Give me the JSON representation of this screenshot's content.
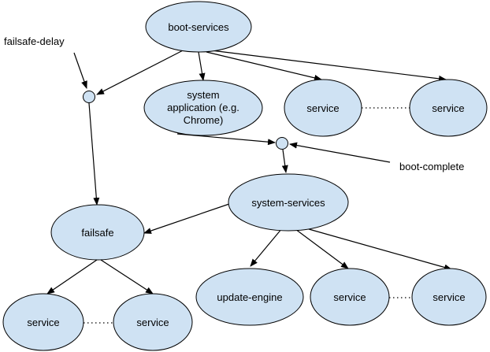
{
  "nodes": {
    "boot_services": "boot-services",
    "system_app": [
      "system",
      "application (e.g.",
      "Chrome)"
    ],
    "service_top_1": "service",
    "service_top_2": "service",
    "system_services": "system-services",
    "failsafe": "failsafe",
    "update_engine": "update-engine",
    "service_mid_1": "service",
    "service_mid_2": "service",
    "service_bot_1": "service",
    "service_bot_2": "service"
  },
  "labels": {
    "failsafe_delay": "failsafe-delay",
    "boot_complete": "boot-complete"
  },
  "colors": {
    "node_fill": "#cfe2f3",
    "stroke": "#000000"
  }
}
